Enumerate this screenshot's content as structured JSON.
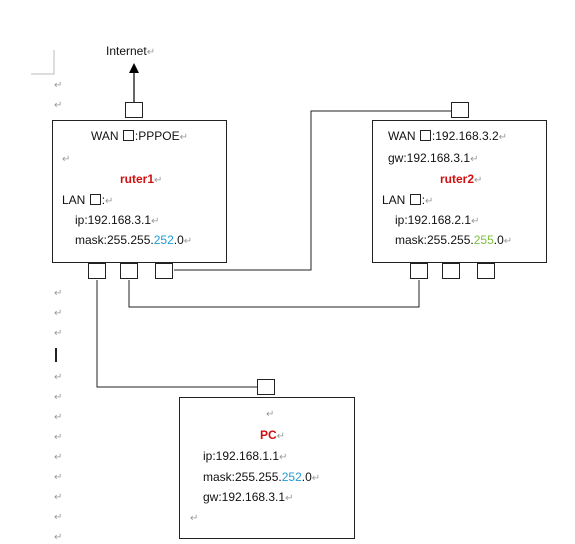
{
  "internet_label": "Internet",
  "paragraph_mark": "↵",
  "router1": {
    "wan": {
      "prefix": "WAN",
      "suffix": ":PPPOE"
    },
    "name": "ruter1",
    "lan": {
      "prefix": "LAN",
      "suffix": ":"
    },
    "ip": "ip:192.168.3.1",
    "mask": {
      "pre": "mask:255.255.",
      "hl": "252",
      "post": ".0"
    }
  },
  "router2": {
    "wan": {
      "prefix": "WAN",
      "suffix": ":192.168.3.2"
    },
    "gw": "gw:192.168.3.1",
    "name": "ruter2",
    "lan": {
      "prefix": "LAN",
      "suffix": ":"
    },
    "ip": "ip:192.168.2.1",
    "mask": {
      "pre": "mask:255.255.",
      "hl": "255",
      "post": ".0"
    }
  },
  "pc": {
    "name": "PC",
    "ip": "ip:192.168.1.1",
    "mask": {
      "pre": "mask:255.255.",
      "hl": "252",
      "post": ".0"
    },
    "gw": "gw:192.168.3.1"
  },
  "colors": {
    "accent_red": "#d01010",
    "mask_blue": "#1f9bd6",
    "mask_green": "#7fbf3f"
  }
}
